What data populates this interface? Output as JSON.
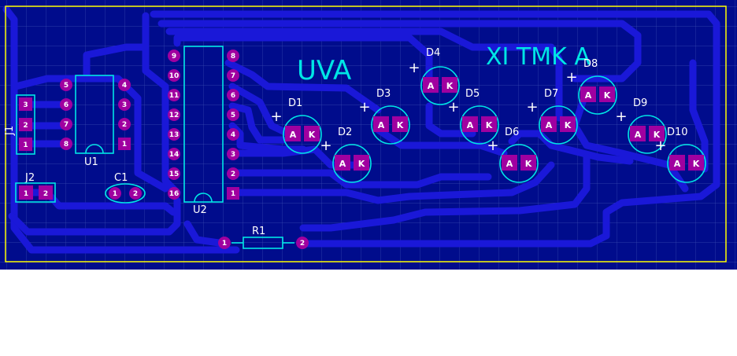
{
  "colors": {
    "board": "#000c8c",
    "grid": "#3a4ab0",
    "trace": "#1a18d8",
    "pad": "#a000a0",
    "silk": "#00e5e5",
    "outline": "#ffff00",
    "background": "#ffffff"
  },
  "board_text": {
    "top_left": "UVA",
    "top_right": "XI TMK A"
  },
  "components": {
    "J1": {
      "ref": "J1",
      "pins": [
        "3",
        "2",
        "1"
      ]
    },
    "J2": {
      "ref": "J2",
      "pins": [
        "1",
        "2"
      ]
    },
    "U1": {
      "ref": "U1",
      "left_pins": [
        "5",
        "6",
        "7",
        "8"
      ],
      "right_pins": [
        "4",
        "3",
        "2",
        "1"
      ]
    },
    "C1": {
      "ref": "C1",
      "pins": [
        "1",
        "2"
      ]
    },
    "U2": {
      "ref": "U2",
      "left_pins": [
        "9",
        "10",
        "11",
        "12",
        "13",
        "14",
        "15",
        "16"
      ],
      "right_pins": [
        "8",
        "7",
        "6",
        "5",
        "4",
        "3",
        "2",
        "1"
      ]
    },
    "R1": {
      "ref": "R1",
      "pins": [
        "1",
        "2"
      ]
    },
    "leds": [
      {
        "ref": "D1",
        "anode": "A",
        "cathode": "K",
        "polarity": "+"
      },
      {
        "ref": "D2",
        "anode": "A",
        "cathode": "K",
        "polarity": "+"
      },
      {
        "ref": "D3",
        "anode": "A",
        "cathode": "K",
        "polarity": "+"
      },
      {
        "ref": "D4",
        "anode": "A",
        "cathode": "K",
        "polarity": "+"
      },
      {
        "ref": "D5",
        "anode": "A",
        "cathode": "K",
        "polarity": "+"
      },
      {
        "ref": "D6",
        "anode": "A",
        "cathode": "K",
        "polarity": "+"
      },
      {
        "ref": "D7",
        "anode": "A",
        "cathode": "K",
        "polarity": "+"
      },
      {
        "ref": "D8",
        "anode": "A",
        "cathode": "K",
        "polarity": "+"
      },
      {
        "ref": "D9",
        "anode": "A",
        "cathode": "K",
        "polarity": "+"
      },
      {
        "ref": "D10",
        "anode": "A",
        "cathode": "K",
        "polarity": "+"
      }
    ]
  }
}
